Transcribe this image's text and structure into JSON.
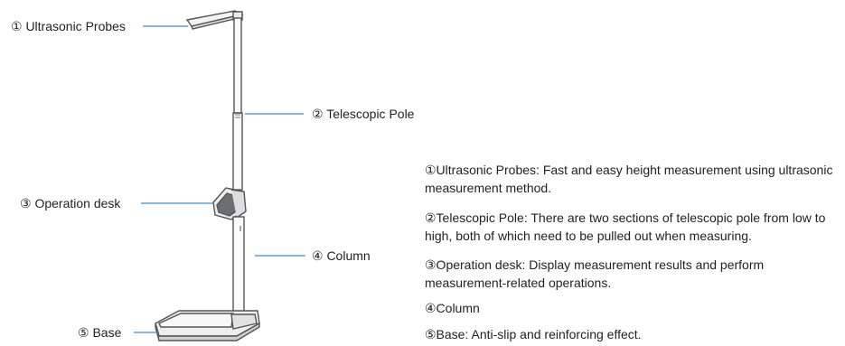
{
  "callouts": {
    "probes": "① Ultrasonic Probes",
    "pole": "② Telescopic Pole",
    "desk": "③ Operation desk",
    "column": "④ Column",
    "base": "⑤ Base"
  },
  "descriptions": [
    {
      "title": "①Ultrasonic Probes",
      "text": ": Fast and easy height measurement using ultrasonic measurement method."
    },
    {
      "title": "②Telescopic Pole",
      "text": ": There are two sections of telescopic pole from low to high, both of which need to be pulled out when measuring."
    },
    {
      "title": "③Operation desk",
      "text": ": Display measurement results and perform measurement-related operations."
    },
    {
      "title": "④Column",
      "text": ""
    },
    {
      "title": "⑤Base",
      "text": ": Anti-slip and reinforcing effect."
    }
  ],
  "colors": {
    "leader": "#3a8fd6",
    "outline": "#555555"
  }
}
